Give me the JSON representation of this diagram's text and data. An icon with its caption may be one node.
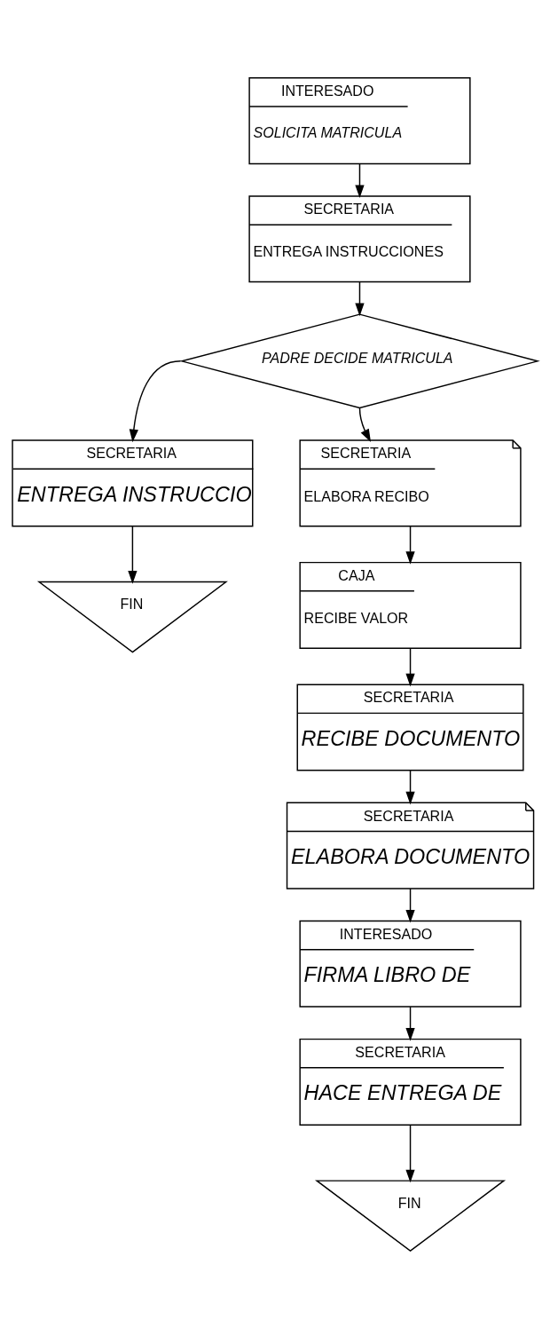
{
  "diagram": {
    "nodes": [
      {
        "text": [
          "INTERESADO",
          "SOLICITA MATRICULA"
        ]
      },
      {
        "text": [
          "SECRETARIA",
          "ENTREGA INSTRUCCIONES"
        ]
      },
      {
        "text": [
          "PADRE DECIDE MATRICULA"
        ]
      },
      {
        "text": [
          "SECRETARIA",
          "ENTREGA INSTRUCCIO"
        ]
      },
      {
        "text": [
          "FIN"
        ]
      },
      {
        "text": [
          "SECRETARIA",
          "ELABORA RECIBO"
        ]
      },
      {
        "text": [
          "CAJA",
          "RECIBE VALOR"
        ]
      },
      {
        "text": [
          "SECRETARIA",
          "RECIBE DOCUMENTO"
        ]
      },
      {
        "text": [
          "SECRETARIA",
          "ELABORA DOCUMENTO"
        ]
      },
      {
        "text": [
          "INTERESADO",
          "FIRMA LIBRO DE"
        ]
      },
      {
        "text": [
          "SECRETARIA",
          "HACE ENTREGA DE"
        ]
      },
      {
        "text": [
          "FIN"
        ]
      }
    ],
    "edges": [
      {
        "from": 0,
        "to": 1,
        "arrow": "to"
      },
      {
        "from": 1,
        "to": 2,
        "arrow": "to"
      },
      {
        "from": 2,
        "to": 3,
        "arrow": "to"
      },
      {
        "from": 3,
        "to": 4,
        "arrow": "to"
      },
      {
        "from": 2,
        "to": 5,
        "arrow": "to"
      },
      {
        "from": 5,
        "to": 6,
        "arrow": "to"
      },
      {
        "from": 6,
        "to": 7,
        "arrow": "to"
      },
      {
        "from": 7,
        "to": 8,
        "arrow": "to"
      },
      {
        "from": 8,
        "to": 9,
        "arrow": "to"
      },
      {
        "from": 9,
        "to": 10,
        "arrow": "to"
      },
      {
        "from": 10,
        "to": 11,
        "arrow": "to"
      }
    ]
  }
}
